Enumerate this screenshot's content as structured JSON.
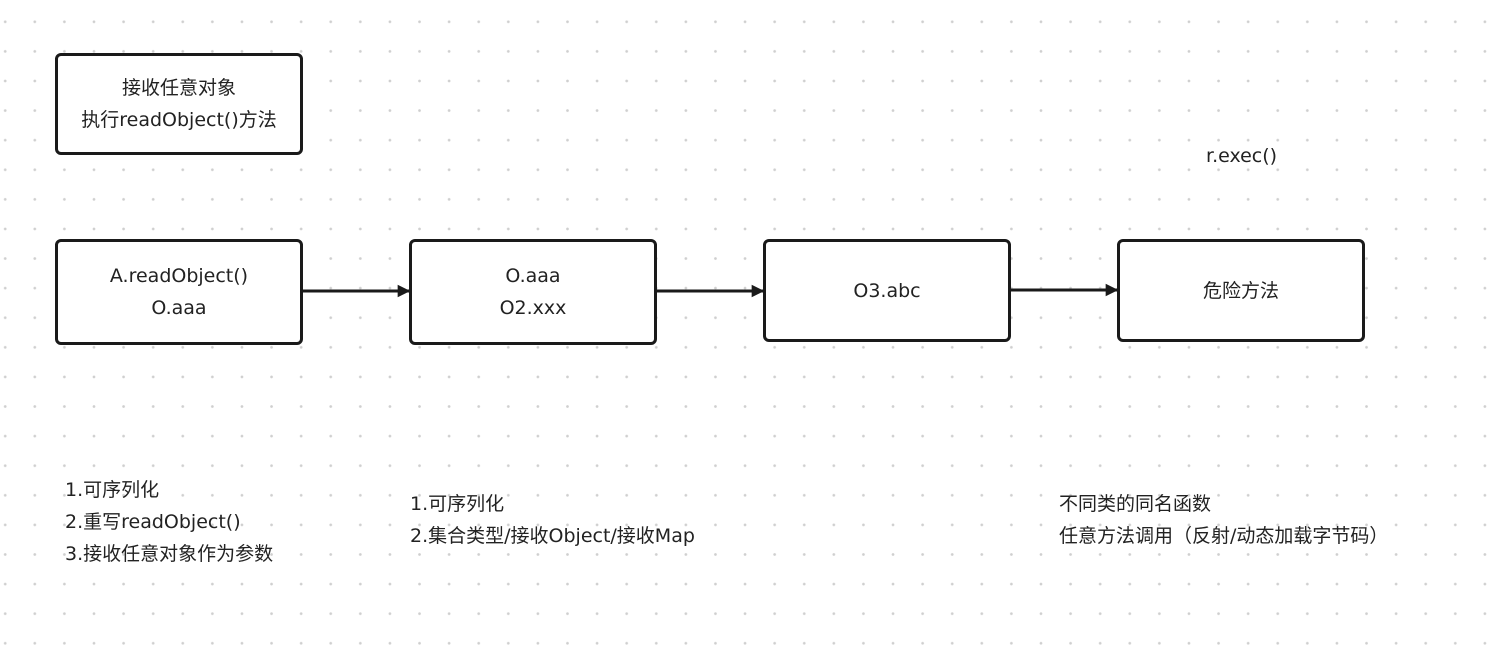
{
  "diagram": {
    "legend_box": {
      "lines": [
        "接收任意对象",
        "执行readObject()方法"
      ]
    },
    "nodes": [
      {
        "id": "node-1",
        "lines": [
          "A.readObject()",
          "O.aaa"
        ]
      },
      {
        "id": "node-2",
        "lines": [
          "O.aaa",
          "O2.xxx"
        ]
      },
      {
        "id": "node-3",
        "lines": [
          "O3.abc"
        ]
      },
      {
        "id": "node-4",
        "lines": [
          "危险方法"
        ]
      }
    ],
    "edge_label": "r.exec()",
    "notes": [
      {
        "lines": [
          "1.可序列化",
          "2.重写readObject()",
          "3.接收任意对象作为参数"
        ]
      },
      {
        "lines": [
          "1.可序列化",
          "2.集合类型/接收Object/接收Map"
        ]
      },
      {
        "lines": [
          "不同类的同名函数",
          "任意方法调用（反射/动态加载字节码）"
        ]
      }
    ],
    "colors": {
      "stroke": "#1a1a1a",
      "text": "#222222",
      "grid_dot": "#cfcfcf"
    }
  }
}
